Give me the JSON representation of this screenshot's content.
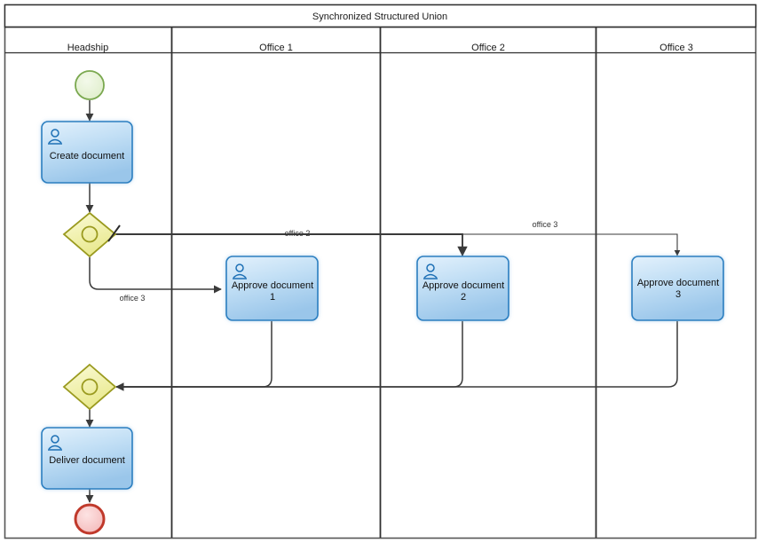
{
  "pool": {
    "title": "Synchronized Structured Union"
  },
  "lanes": [
    {
      "id": "headship",
      "label": "Headship"
    },
    {
      "id": "office1",
      "label": "Office 1"
    },
    {
      "id": "office2",
      "label": "Office 2"
    },
    {
      "id": "office3",
      "label": "Office 3"
    }
  ],
  "events": [
    {
      "id": "start",
      "type": "start-event",
      "label": "",
      "lane": "headship",
      "fill": "#e4f0d4",
      "stroke": "#7aa84f"
    },
    {
      "id": "end",
      "type": "end-event",
      "label": "",
      "lane": "headship",
      "fill": "#f6c7c7",
      "stroke": "#c0392b"
    }
  ],
  "tasks": [
    {
      "id": "create-document",
      "label": "Create document",
      "lane": "headship",
      "icon": "user-task-icon",
      "has_icon": true
    },
    {
      "id": "approve-document-1",
      "label_line1": "Approve document",
      "label_line2": "1",
      "lane": "office1",
      "icon": "user-task-icon",
      "has_icon": true
    },
    {
      "id": "approve-document-2",
      "label_line1": "Approve document",
      "label_line2": "2",
      "lane": "office2",
      "icon": "user-task-icon",
      "has_icon": true
    },
    {
      "id": "approve-document-3",
      "label_line1": "Approve document",
      "label_line2": "3",
      "lane": "office3",
      "icon": "none",
      "has_icon": false
    },
    {
      "id": "deliver-document",
      "label": "Deliver document",
      "lane": "headship",
      "icon": "user-task-icon",
      "has_icon": true
    }
  ],
  "gateways": [
    {
      "id": "split-gateway",
      "type": "inclusive-gateway",
      "lane": "headship",
      "fill": "#f2f2b0",
      "stroke": "#9a9a1f"
    },
    {
      "id": "join-gateway",
      "type": "inclusive-gateway",
      "lane": "headship",
      "fill": "#f2f2b0",
      "stroke": "#9a9a1f"
    }
  ],
  "flow_labels": [
    {
      "id": "flow-label-office2",
      "text": "office 2"
    },
    {
      "id": "flow-label-office3-top",
      "text": "office 3"
    },
    {
      "id": "flow-label-office3-bottom",
      "text": "office 3"
    }
  ],
  "colors": {
    "task_fill_top": "#d7eafb",
    "task_fill_bottom": "#9fc9ee",
    "task_stroke": "#2a7ec0",
    "pool_border": "#2f2f2f",
    "flow_stroke": "#3a3a3a",
    "icon_stroke": "#1f6fb5"
  }
}
